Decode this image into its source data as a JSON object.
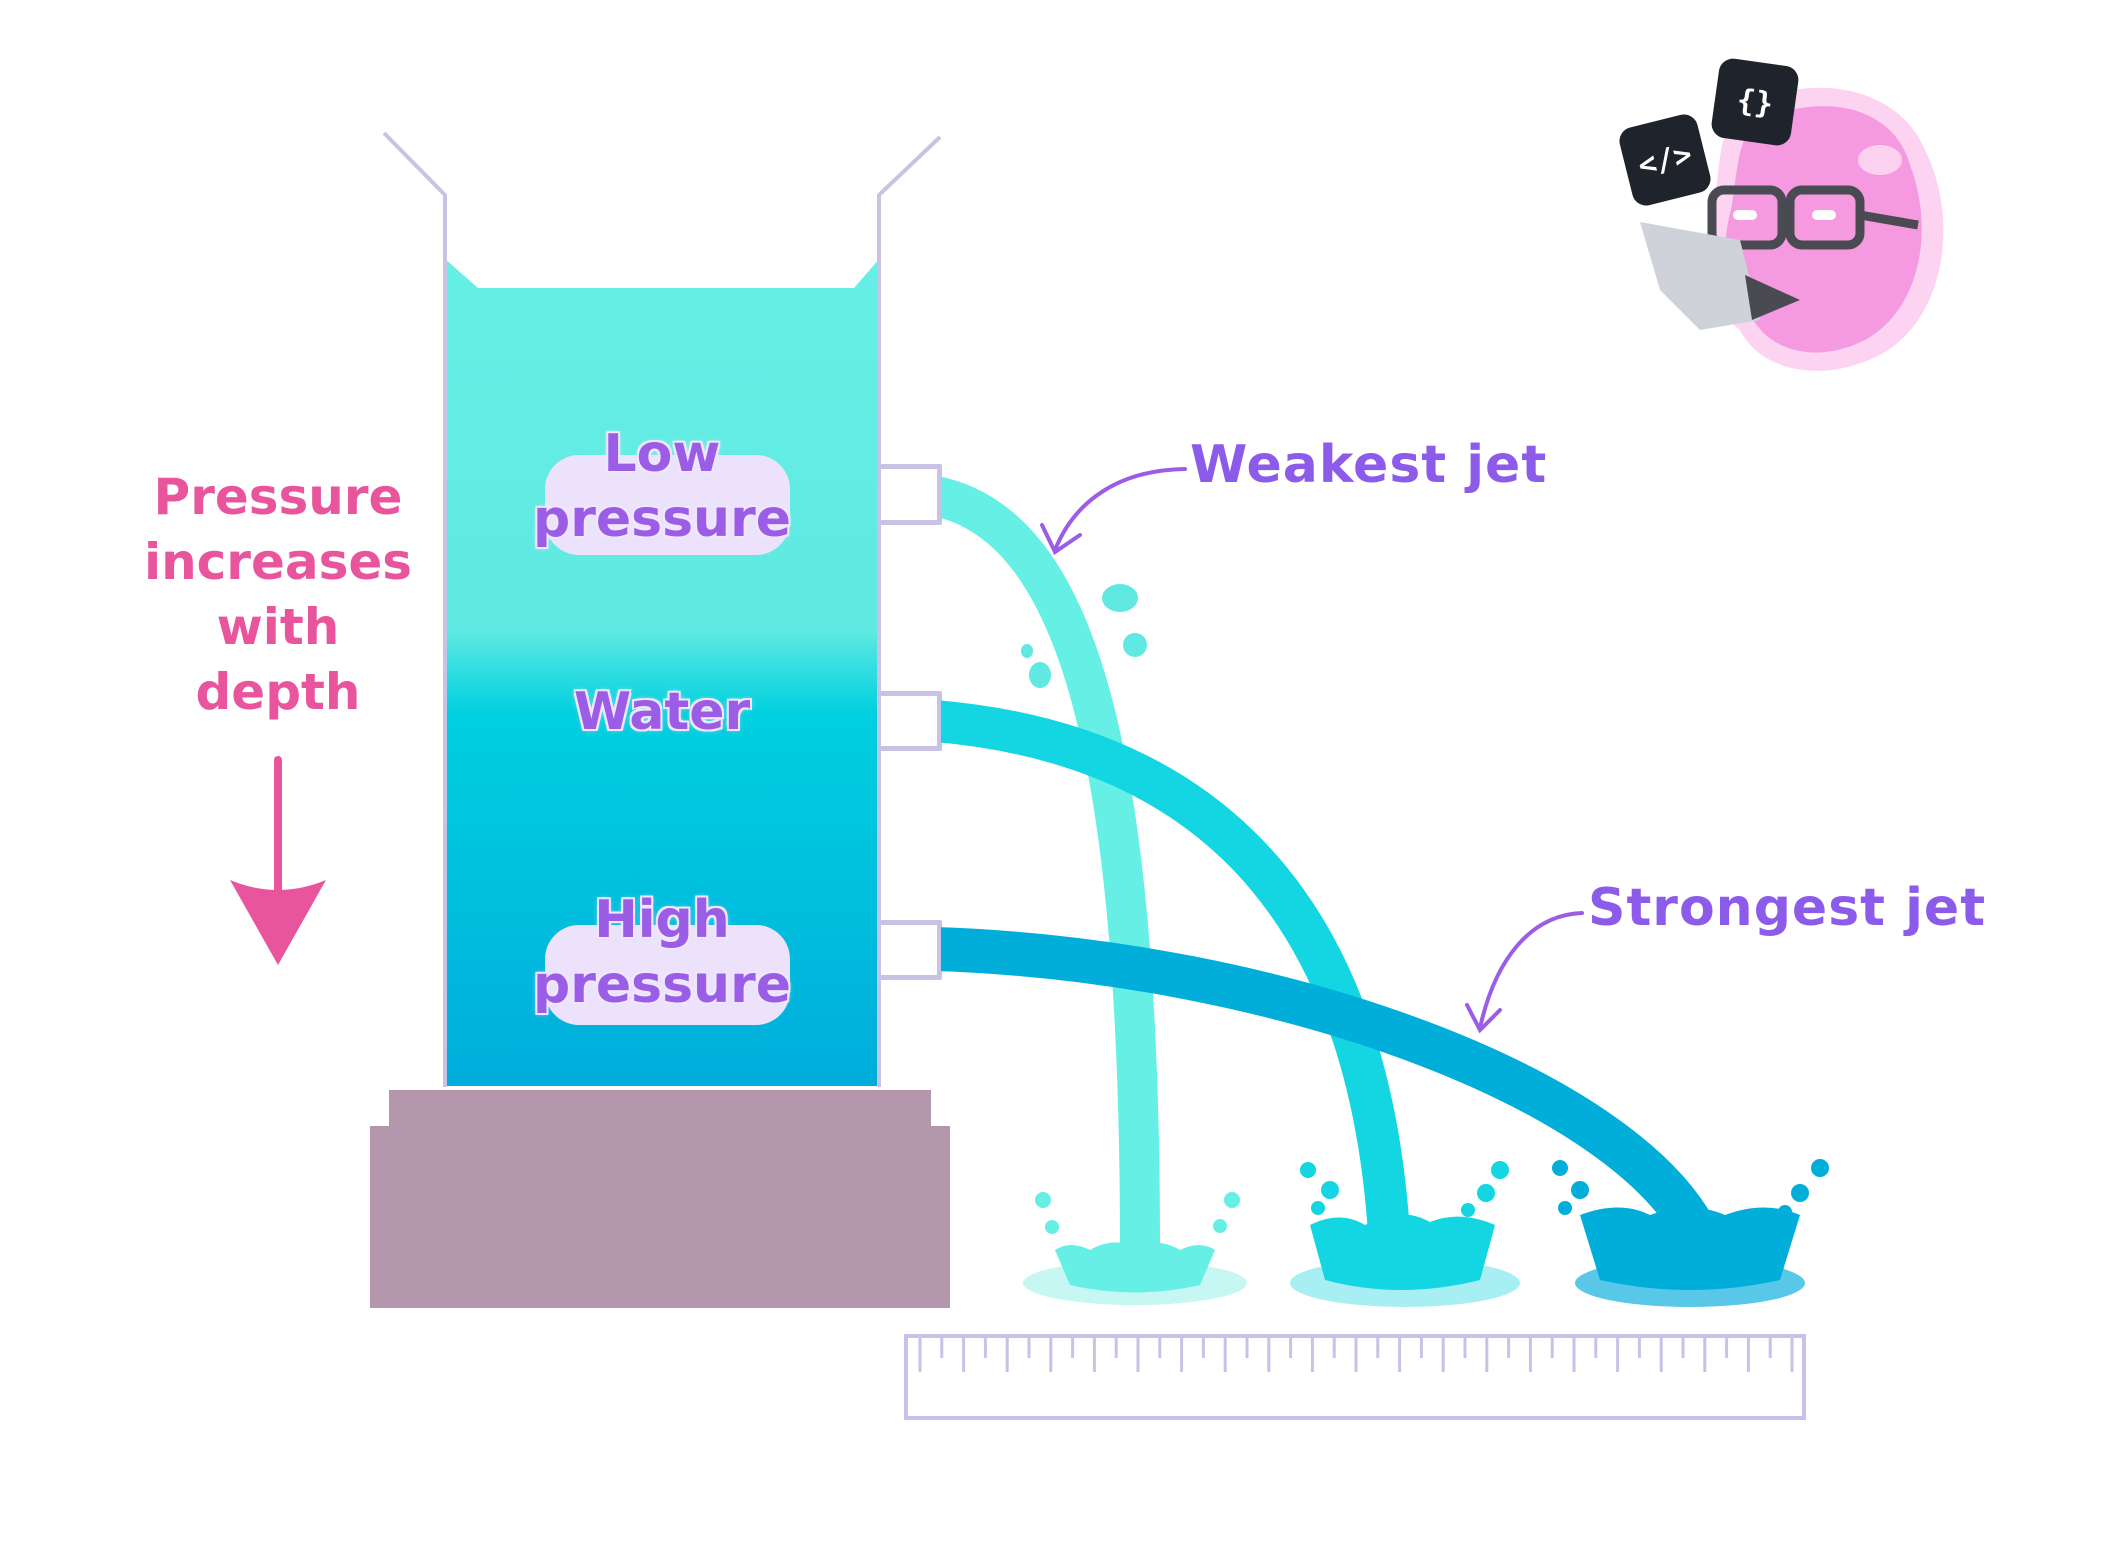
{
  "labels": {
    "low": [
      "Low",
      "pressure"
    ],
    "water": "Water",
    "high": [
      "High",
      "pressure"
    ],
    "pressure_note": [
      "Pressure",
      "increases",
      "with",
      "depth"
    ],
    "weakest": "Weakest jet",
    "strongest": "Strongest jet"
  },
  "mascot": {
    "tag_html": "</>",
    "tag_braces": "{}"
  },
  "colors": {
    "water_top": "#66efe4",
    "water_bottom": "#00b0dd",
    "jet_top": "#66efe4",
    "jet_middle": "#14d6e2",
    "jet_bottom": "#00aed9",
    "base": "#b597ad",
    "tank_outline": "#c9c2e4",
    "ruler": "#c8c2e8",
    "label_purple": "#9b5de5",
    "label_pink": "#e8559c",
    "mascot_pink": "#f59ae0"
  }
}
